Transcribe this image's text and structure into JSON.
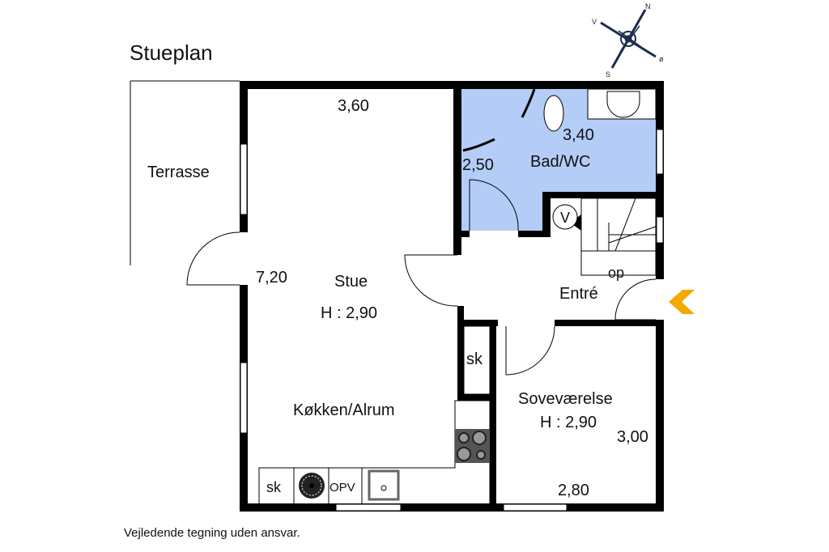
{
  "title": "Stueplan",
  "disclaimer": "Vejledende tegning uden ansvar.",
  "compass": {
    "n": "N",
    "v": "V",
    "o": "ø",
    "s": "S"
  },
  "colors": {
    "wall": "#000000",
    "bathroom": "#b3cdf7",
    "entrance_arrow": "#f2a900",
    "compass": "#1c2c4c"
  },
  "rooms": {
    "terrace": "Terrasse",
    "living": {
      "name": "Stue",
      "height": "H : 2,90",
      "width": "3,60",
      "length": "7,20"
    },
    "kitchen": "Køkken/Alrum",
    "bath": {
      "name": "Bad/WC",
      "width": "3,40",
      "depth": "2,50"
    },
    "entry": {
      "name": "Entré",
      "stairs": "op",
      "valve": "V"
    },
    "closet": "sk",
    "bedroom": {
      "name": "Soveværelse",
      "height": "H : 2,90",
      "depth": "3,00",
      "width": "2,80"
    }
  },
  "kitchen_fixtures": {
    "cabinet": "sk",
    "dishwasher": "OPV"
  }
}
